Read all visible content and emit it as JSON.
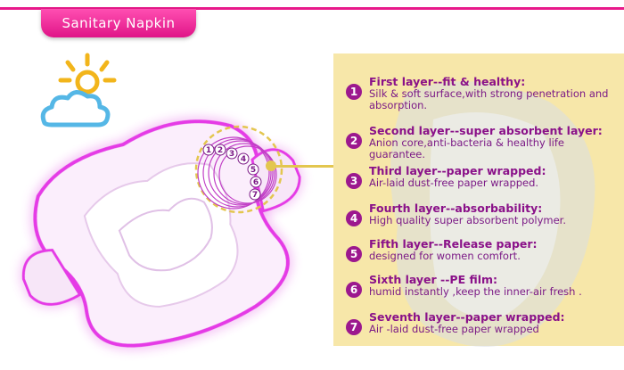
{
  "header": {
    "title": "Sanitary Napkin"
  },
  "illustration": {
    "circle_numbers": [
      "1",
      "2",
      "3",
      "4",
      "5",
      "6",
      "7"
    ]
  },
  "layers": [
    {
      "number": "1",
      "title": "First layer--fit & healthy:",
      "description": "Silk & soft surface,with strong penetration and absorption."
    },
    {
      "number": "2",
      "title": "Second layer--super absorbent layer:",
      "description": "Anion core,anti-bacteria & healthy life guarantee."
    },
    {
      "number": "3",
      "title": "Third layer--paper wrapped:",
      "description": "Air-laid dust-free paper wrapped."
    },
    {
      "number": "4",
      "title": "Fourth layer--absorbability:",
      "description": "High quality super absorbent polymer."
    },
    {
      "number": "5",
      "title": "Fifth layer--Release paper:",
      "description": "designed for women comfort."
    },
    {
      "number": "6",
      "title": "Sixth layer --PE film:",
      "description": "humid instantly ,keep the inner-air fresh ."
    },
    {
      "number": "7",
      "title": "Seventh layer--paper wrapped:",
      "description": "Air -laid dust-free paper wrapped"
    }
  ],
  "colors": {
    "accent": "#e8198b",
    "text_purple": "#8a1189",
    "panel": "#f7e7a9",
    "glow": "#e53be6"
  }
}
